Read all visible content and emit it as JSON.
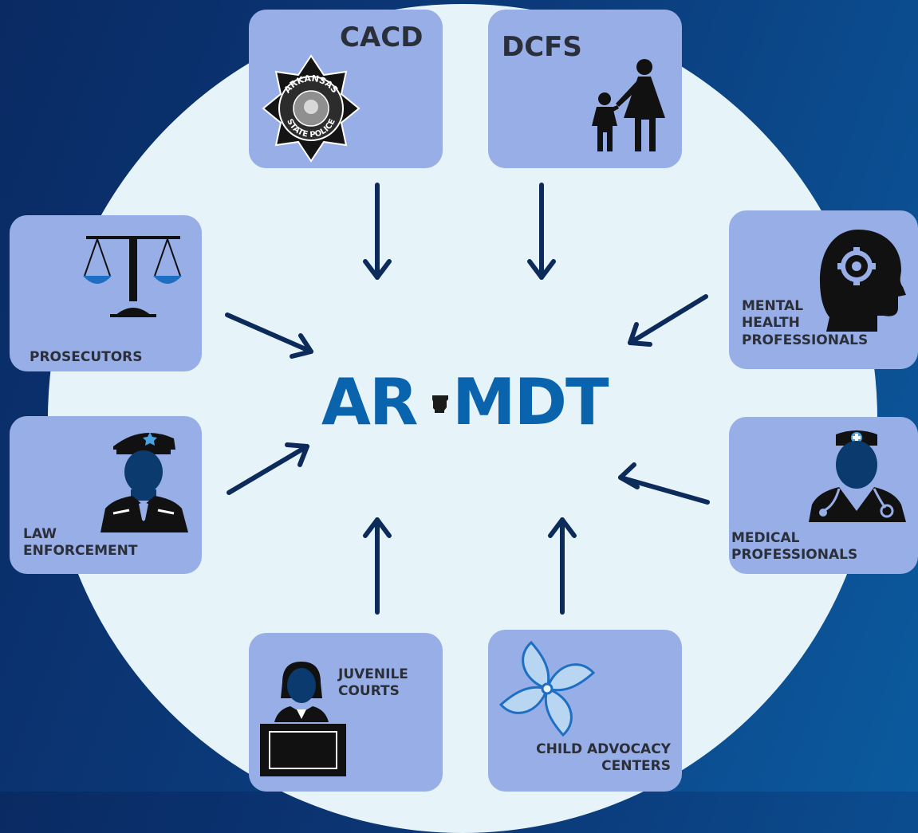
{
  "center": {
    "left": "AR",
    "right": "MDT"
  },
  "nodes": {
    "cacd": "CACD",
    "dcfs": "DCFS",
    "prosecutors": "PROSECUTORS",
    "mental_health": "MENTAL\nHEALTH\nPROFESSIONALS",
    "law_enforcement": "LAW\nENFORCEMENT",
    "medical": "MEDICAL\nPROFESSIONALS",
    "juvenile_courts": "JUVENILE\nCOURTS",
    "child_advocacy": "CHILD ADVOCACY\nCENTERS"
  },
  "badge_text": {
    "top": "ARKANSAS",
    "bottom": "STATE POLICE"
  },
  "colors": {
    "background": "#0b3a7a",
    "circle": "#e6f3f8",
    "card": "#98aee6",
    "arrow": "#0d2b5a",
    "title": "#0a63ad"
  }
}
